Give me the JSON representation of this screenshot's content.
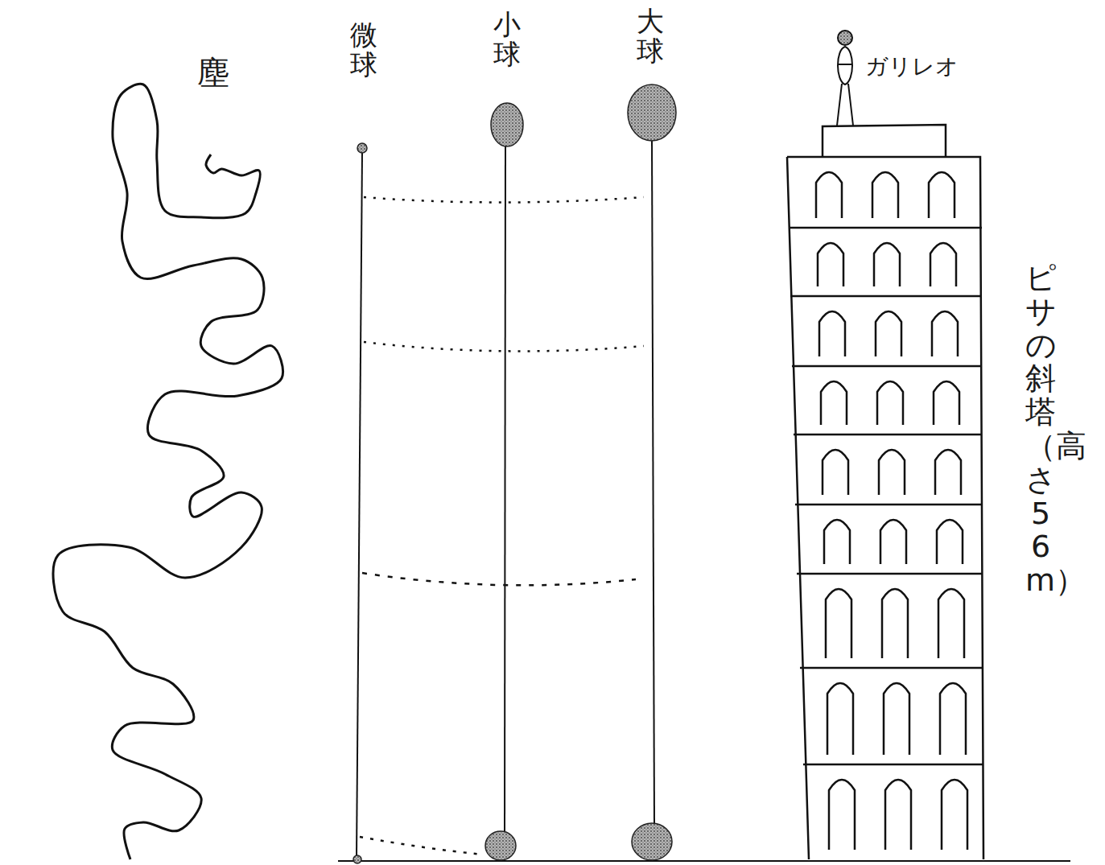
{
  "diagram": {
    "labels": [
      "塵",
      "微球",
      "小球",
      "大球",
      "ガリレオ",
      "ピサの斜塔（高さ56m）"
    ]
  }
}
